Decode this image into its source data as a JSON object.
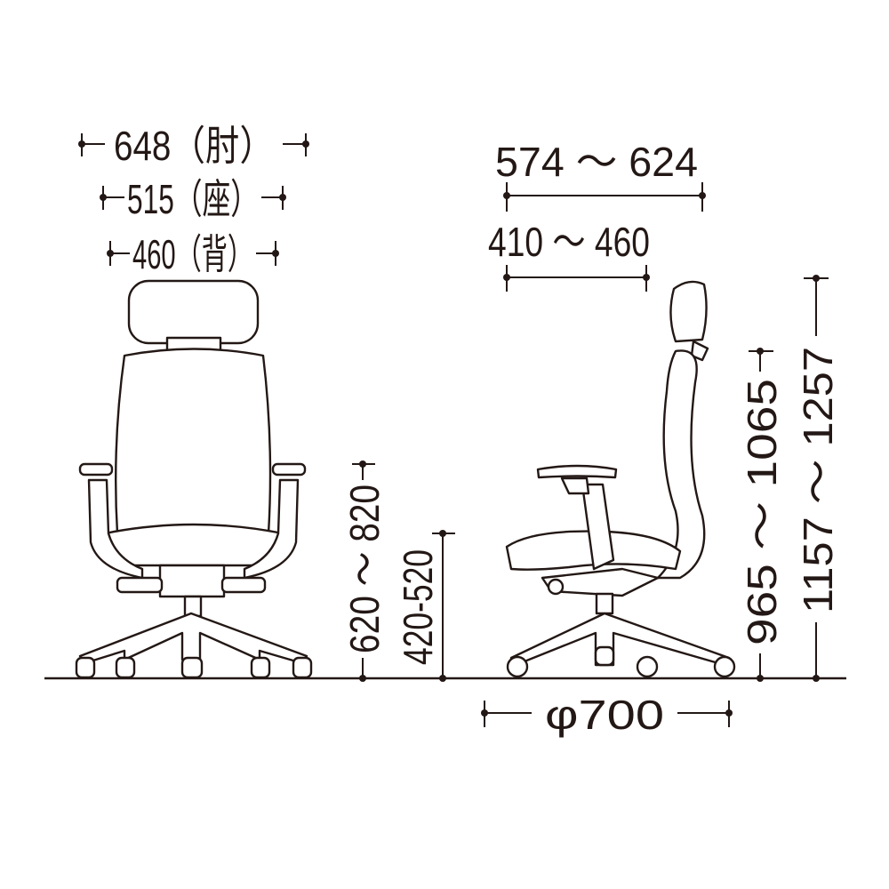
{
  "diagram": {
    "front_view": {
      "armrest_width": "648（肘）",
      "seat_width": "515（座）",
      "back_width": "460（背）",
      "armrest_height": "620 ～ 820",
      "seat_height": "420-520"
    },
    "side_view": {
      "overall_depth": "574 ～ 624",
      "seat_depth": "410 ～ 460",
      "back_height": "965 ～ 1065",
      "overall_height": "1157 ～ 1257",
      "base_diameter": "φ700"
    },
    "line_color": "#231815"
  }
}
